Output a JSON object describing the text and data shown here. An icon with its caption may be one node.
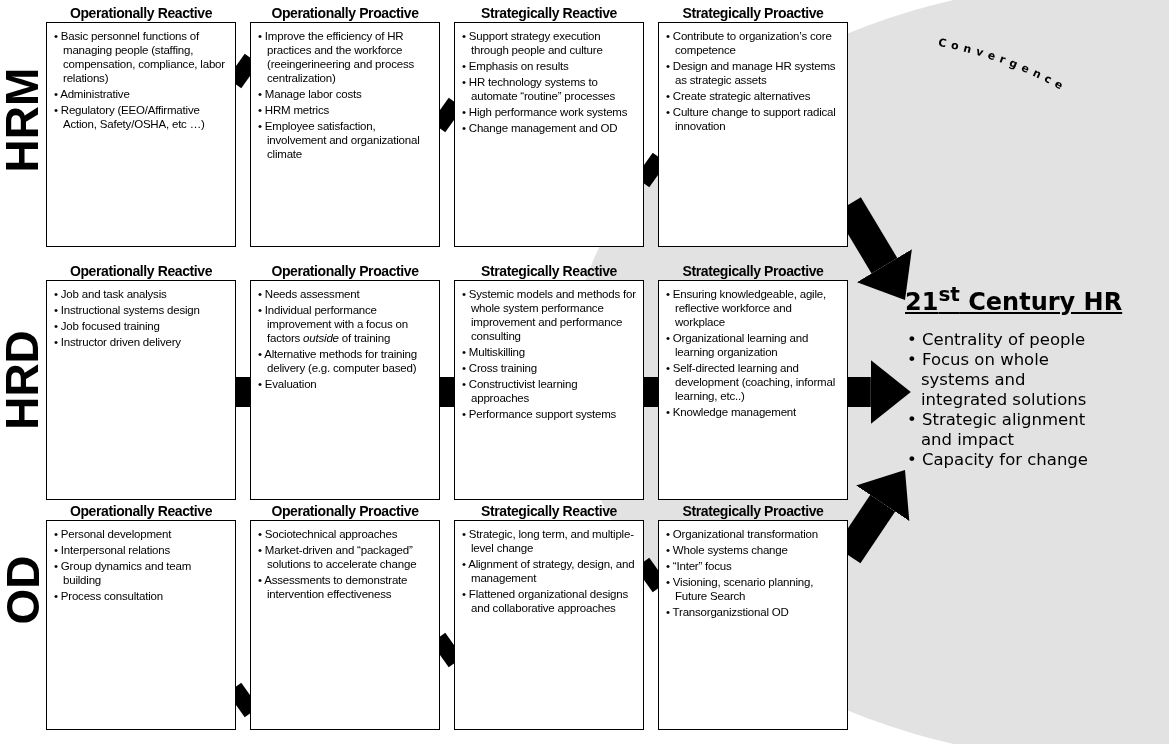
{
  "diagram": {
    "nodes": [
      {
        "text": [
          "Operationally Reactive",
          "• Basic personnel functions of managing people (staffing, compensation, compliance, labor relations)",
          "• Administrative",
          "• Regulatory (EEO/Affirmative Action, Safety/OSHA, etc …)"
        ]
      },
      {
        "text": [
          "Operationally Proactive",
          "• Improve the efficiency of HR practices and the workforce (reeingerineering and process centralization)",
          "• Manage labor costs",
          "• HRM metrics",
          "• Employee satisfaction, involvement and organizational climate"
        ]
      },
      {
        "text": [
          "Strategically Reactive",
          "• Support strategy execution through people and culture",
          "• Emphasis on results",
          "• HR technology systems to automate “routine” processes",
          "• High performance work systems",
          "• Change management and OD"
        ]
      },
      {
        "text": [
          "Strategically Proactive",
          "• Contribute to organization’s core competence",
          "• Design and manage HR systems as strategic assets",
          "• Create strategic alternatives",
          "• Culture change to support radical innovation"
        ]
      },
      {
        "text": [
          "Operationally Reactive",
          "• Job and task analysis",
          "• Instructional systems design",
          "• Job focused training",
          "• Instructor driven delivery"
        ]
      },
      {
        "text": [
          "Operationally Proactive",
          "• Needs assessment",
          "• Individual performance improvement with a focus on factors *outside* of training",
          "• Alternative methods for training delivery (e.g. computer based)",
          "• Evaluation"
        ]
      },
      {
        "text": [
          "Strategically Reactive",
          "• Systemic models and methods for whole system performance improvement and performance consulting",
          "• Multiskilling",
          "• Cross training",
          "• Constructivist learning approaches",
          "• Performance support systems"
        ]
      },
      {
        "text": [
          "Strategically Proactive",
          "• Ensuring knowledgeable, agile, reflective workforce and workplace",
          "• Organizational learning and learning organization",
          "• Self-directed learning and development (coaching, informal learning, etc..)",
          "• Knowledge management"
        ]
      },
      {
        "text": [
          "Operationally Reactive",
          "• Personal development",
          "• Interpersonal relations",
          "• Group dynamics and team building",
          "• Process consultation"
        ]
      },
      {
        "text": [
          "Operationally Proactive",
          "• Sociotechnical approaches",
          "• Market-driven and “packaged” solutions to accelerate change",
          "• Assessments to demonstrate intervention effectiveness"
        ]
      },
      {
        "text": [
          "Strategically Reactive",
          "• Strategic, long term, and multiple-level change",
          "• Alignment of strategy, design, and management",
          "• Flattened organizational designs and collaborative approaches"
        ]
      },
      {
        "text": [
          "Strategically Proactive",
          "• Organizational transformation",
          "• Whole systems change",
          "• “Inter” focus",
          "• Visioning, scenario planning, Future Search",
          "• Transorganizstional OD"
        ]
      },
      {
        "text": [
          "21$^{st}$ Century HR",
          "• Centrality of people",
          "• Focus on whole systems and integrated solutions",
          "• Strategic alignment and impact",
          "• Capacity for change"
        ]
      }
    ],
    "edges": [
      {
        "from": 0,
        "to": 1,
        "arrow": "none"
      },
      {
        "from": 1,
        "to": 2,
        "arrow": "none"
      },
      {
        "from": 2,
        "to": 3,
        "arrow": "none"
      },
      {
        "from": 3,
        "to": 12,
        "arrow": "to"
      },
      {
        "from": 4,
        "to": 5,
        "arrow": "none"
      },
      {
        "from": 5,
        "to": 6,
        "arrow": "none"
      },
      {
        "from": 6,
        "to": 7,
        "arrow": "none"
      },
      {
        "from": 7,
        "to": 12,
        "arrow": "to"
      },
      {
        "from": 8,
        "to": 9,
        "arrow": "none"
      },
      {
        "from": 9,
        "to": 10,
        "arrow": "none"
      },
      {
        "from": 10,
        "to": 11,
        "arrow": "none"
      },
      {
        "from": 11,
        "to": 12,
        "arrow": "to"
      }
    ],
    "labels": [
      "HRM",
      "HRD",
      "OD",
      "Convergence"
    ]
  }
}
